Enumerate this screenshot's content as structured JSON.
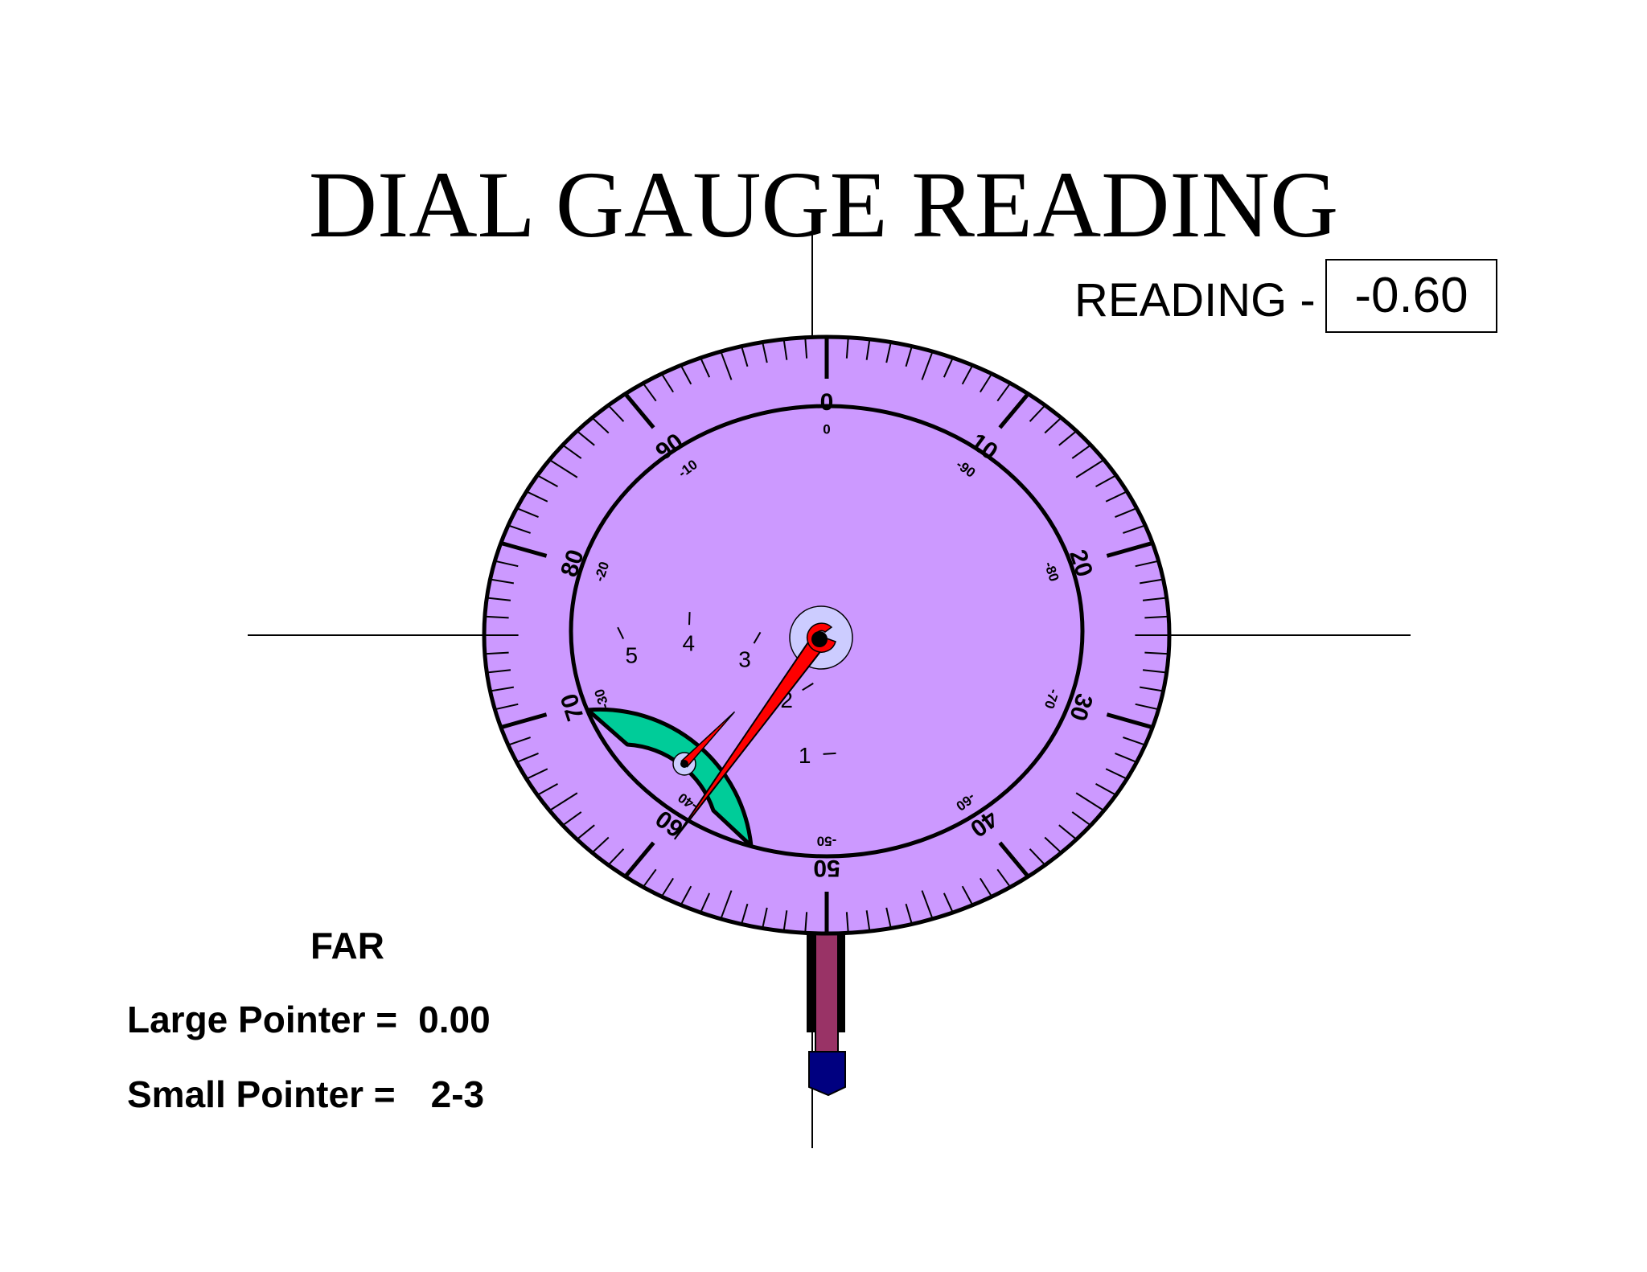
{
  "title": "DIAL GAUGE READING",
  "reading": {
    "label": "READING -",
    "value": "-0.60"
  },
  "mode": "FAR",
  "large_pointer": {
    "label": "Large Pointer =",
    "value": "0.00"
  },
  "small_pointer": {
    "label": "Small Pointer =",
    "value": "2-3"
  },
  "outer_scale_labels": [
    "0",
    "10",
    "20",
    "30",
    "40",
    "50",
    "60",
    "70",
    "80",
    "90"
  ],
  "inner_scale_labels": [
    "0",
    "-90",
    "-80",
    "-70",
    "-60",
    "-50",
    "-40",
    "-30",
    "-20",
    "-10"
  ],
  "sub_dial_labels": [
    "1",
    "2",
    "3",
    "4",
    "5"
  ],
  "large_pointer_position": 0.6,
  "small_pointer_position": 2.5,
  "colors": {
    "dial_face": "#cc99ff",
    "sub_dial": "#00cc99",
    "pointer": "#ff0000",
    "hub_ring": "#ccccff",
    "stem": "#993366",
    "tip": "#000080"
  }
}
